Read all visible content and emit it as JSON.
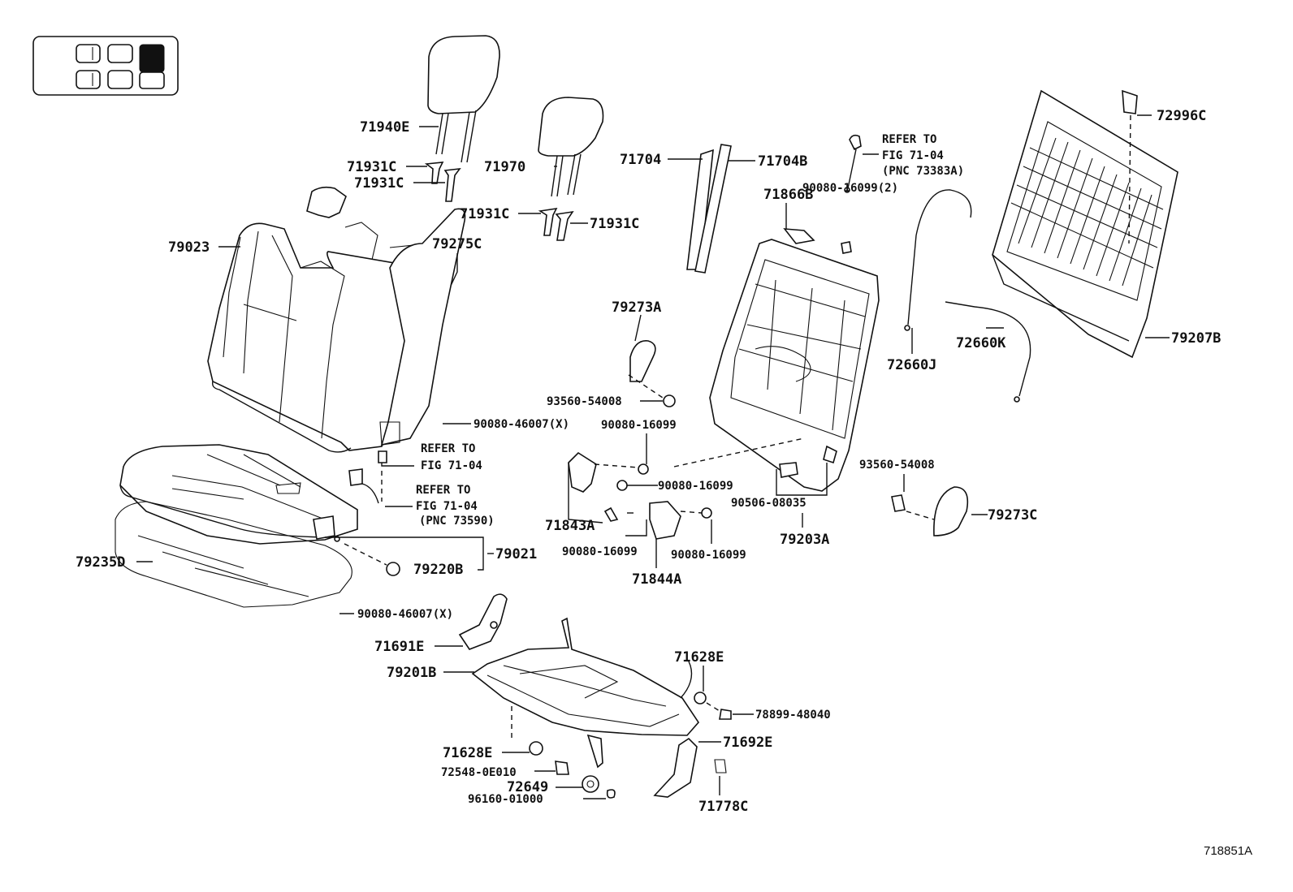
{
  "diagram": {
    "figure_code": "718851A",
    "locator": {
      "selected_index": 2
    },
    "labels": {
      "headrest_outer": "71940E",
      "support_a": "71931C",
      "support_b": "71931C",
      "headrest_center": "71970",
      "support_c": "71931C",
      "support_d": "71931C",
      "seatback_assy": "79023",
      "seatback_cover": "79275C",
      "strap_left": "71704",
      "strap_right": "71704B",
      "hinge_upper": "71866B",
      "bolt_upper": "90080-16099(2)",
      "board": "72996C",
      "back_board": "79207B",
      "cable_j": "72660J",
      "cable_k": "72660K",
      "cover_upper": "79273A",
      "screw_a": "93560-54008",
      "hog_ring_upper": "90080-46007(X)",
      "bolt_b": "90080-16099",
      "bolt_c": "90080-16099",
      "bolt_d": "90080-16099",
      "bolt_e": "90080-16099",
      "hinge_left": "71843A",
      "hinge_right": "71844A",
      "spring_bolt": "90506-08035",
      "frame_back": "79203A",
      "screw_b": "93560-54008",
      "cover_right": "79273C",
      "cushion_assy": "79021",
      "cushion_pad": "79235D",
      "clip": "79220B",
      "hog_ring_lower": "90080-46007(X)",
      "cover_lower": "71691E",
      "frame_cushion": "79201B",
      "bushing_upper": "71628E",
      "bolt_f": "78899-48040",
      "bushing_lower": "71628E",
      "bolt_g": "72548-0E010",
      "spring": "72649",
      "ring": "96160-01000",
      "bracket": "71692E",
      "cap": "71778C"
    },
    "notes": {
      "refer_a": [
        "REFER TO",
        "FIG 71-04",
        "(PNC 73383A)"
      ],
      "refer_b": [
        "REFER TO",
        "FIG 71-04"
      ],
      "refer_c": [
        "REFER TO",
        "FIG 71-04",
        "(PNC 73590)"
      ]
    }
  }
}
